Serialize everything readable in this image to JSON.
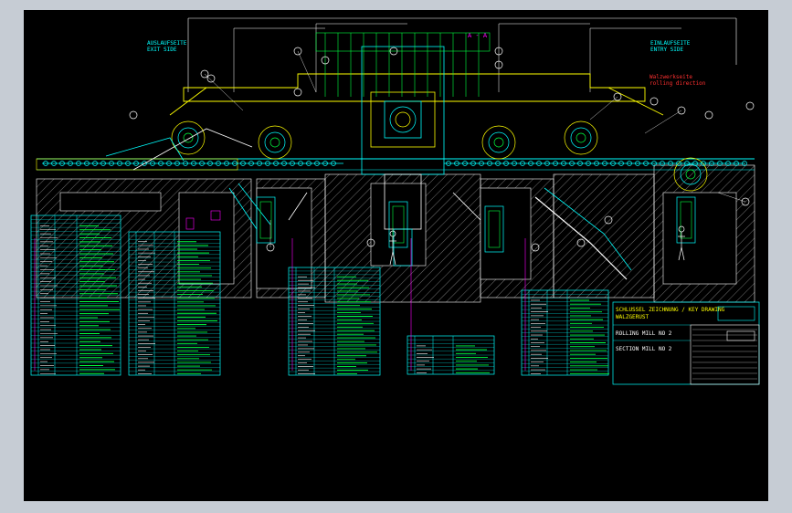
{
  "colors": {
    "background": "#000000",
    "frame": "#c6ccd4",
    "line": "#00ffff",
    "text": "#00ff40",
    "accent": "#ffff00",
    "magenta": "#ff00ff",
    "red": "#ff3030",
    "white": "#ffffff"
  },
  "labels": {
    "entry_left_line1": "AUSLAUFSEITE",
    "entry_left_line2": "EXIT SIDE",
    "entry_right_line1": "EINLAUFSEITE",
    "entry_right_line2": "ENTRY SIDE",
    "section": "A - A",
    "walking_line1": "Walzwerkseite",
    "walking_line2": "rolling direction",
    "section_mill": "SECTION MILL NO 2"
  },
  "title_block": {
    "line1": "SCHLUSSEL ZEICHNUNG / KEY DRAWING",
    "line2": "WALZGERUST",
    "line3": "ROLLING MILL NO 2"
  }
}
